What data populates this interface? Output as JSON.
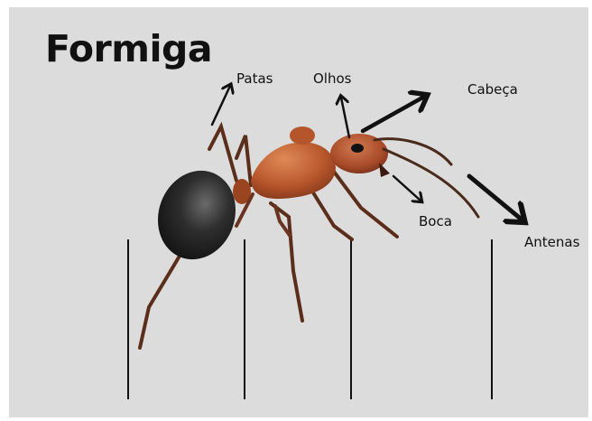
{
  "title": "Formiga",
  "labels": {
    "patas": "Patas",
    "olhos": "Olhos",
    "cabeca": "Cabeça",
    "boca": "Boca",
    "antenas": "Antenas"
  },
  "colors": {
    "background": "#dcdcdc",
    "text": "#111111",
    "ant_gaster": "#2b2b2b",
    "ant_body": "#b5552b",
    "ant_head": "#a84a28"
  }
}
